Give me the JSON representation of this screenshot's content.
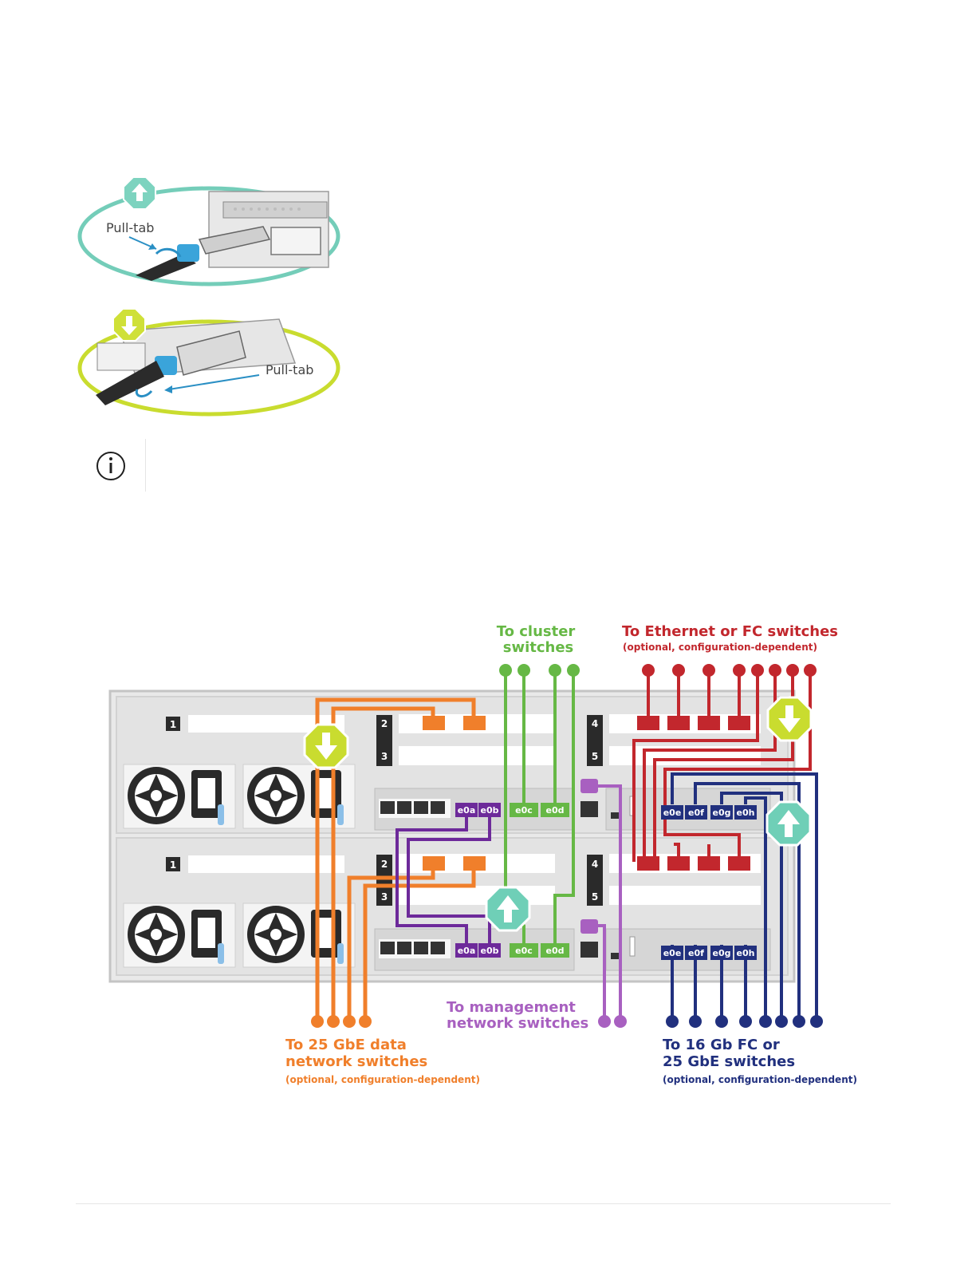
{
  "top_illustration": {
    "pull_tab_label_1": "Pull-tab",
    "pull_tab_label_2": "Pull-tab"
  },
  "note": {
    "icon": "info-icon"
  },
  "diagram": {
    "labels": {
      "cluster_line1": "To cluster",
      "cluster_line2": "switches",
      "ethernet_fc_title": "To Ethernet or FC switches",
      "ethernet_fc_sub": "(optional, configuration-dependent)",
      "mgmt_line1": "To management",
      "mgmt_line2": "network switches",
      "data_line1": "To 25 GbE data",
      "data_line2": "network switches",
      "data_sub": "(optional, configuration-dependent)",
      "fc_line1": "To 16 Gb FC or",
      "fc_line2": "25 GbE switches",
      "fc_sub": "(optional, configuration-dependent)"
    },
    "slots": [
      "1",
      "2",
      "3",
      "4",
      "5"
    ],
    "ports": {
      "e0a": "e0a",
      "e0b": "e0b",
      "e0c": "e0c",
      "e0d": "e0d",
      "e0e": "e0e",
      "e0f": "e0f",
      "e0g": "e0g",
      "e0h": "e0h"
    },
    "colors": {
      "orange": "#f07f2b",
      "green": "#66b845",
      "red": "#c2272d",
      "purple": "#6d2a9a",
      "lilac": "#a860c0",
      "navy": "#21307e",
      "teal": "#6fcfb7",
      "lime": "#c9dc2f"
    }
  }
}
